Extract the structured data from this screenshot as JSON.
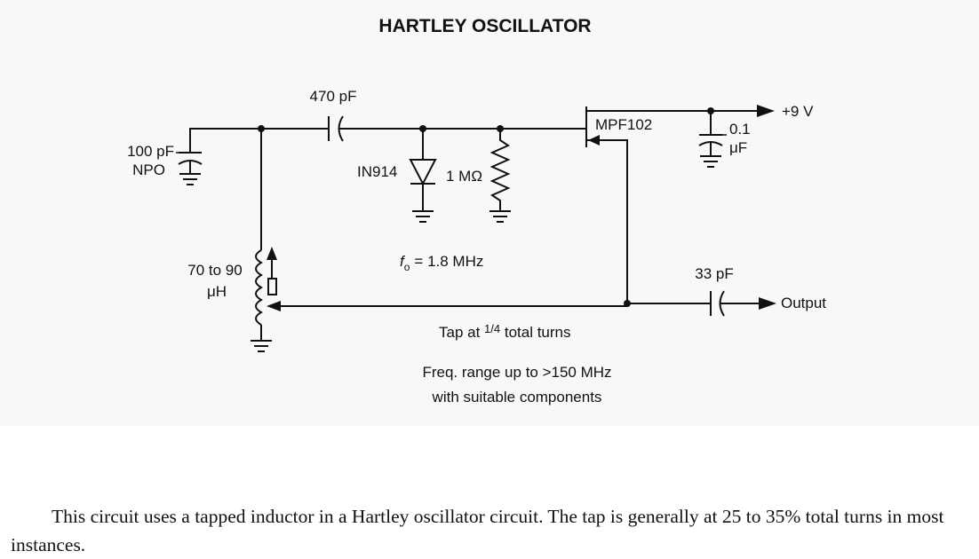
{
  "diagram": {
    "title": "HARTLEY OSCILLATOR",
    "labels": {
      "cap_100pf_line1": "100 pF",
      "cap_100pf_line2": "NPO",
      "cap_470pf": "470 pF",
      "diode": "IN914",
      "resistor": "1 MΩ",
      "fet": "MPF102",
      "cap_01uf_line1": "0.1",
      "cap_01uf_line2": "μF",
      "supply": "+9 V",
      "freq_symbol": "f",
      "freq_subscript": "o",
      "freq_value": "= 1.8 MHz",
      "inductor_line1": "70 to 90",
      "inductor_line2": "μH",
      "cap_33pf": "33 pF",
      "output": "Output",
      "tap_prefix": "Tap at ",
      "tap_fraction": "1/4",
      "tap_suffix": " total turns",
      "range_line1": "Freq. range up to >150 MHz",
      "range_line2": "with suitable components"
    }
  },
  "caption": "This circuit uses a tapped inductor in a Hartley oscillator circuit. The tap is generally at 25 to 35% total turns in most instances."
}
